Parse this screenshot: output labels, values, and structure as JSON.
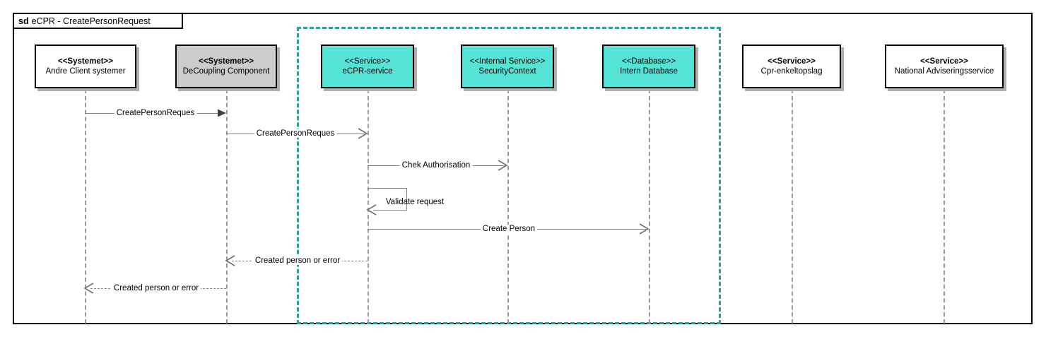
{
  "frame": {
    "keyword": "sd",
    "title": "eCPR - CreatePersonRequest"
  },
  "colors": {
    "service_fill": "#55e3d5",
    "decoupling_fill": "#cccccc",
    "default_fill": "#ffffff",
    "boundary_stroke": "#2e9d96",
    "lifeline_stroke": "#9a9a9a",
    "message_stroke": "#808080",
    "border_stroke": "#000000"
  },
  "participants": [
    {
      "id": "andre-client-systemer",
      "stereotype": "<<Systemet>>",
      "name": "Andre Client systemer",
      "fill": "#ffffff",
      "bold_stereotype": true
    },
    {
      "id": "decoupling-component",
      "stereotype": "<<Systemet>>",
      "name": "DeCoupling Component",
      "fill": "#cccccc",
      "bold_stereotype": true
    },
    {
      "id": "ecpr-service",
      "stereotype": "<<Service>>",
      "name": "eCPR-service",
      "fill": "#55e3d5",
      "bold_stereotype": false
    },
    {
      "id": "security-context",
      "stereotype": "<<Internal Service>>",
      "name": "SecurityContext",
      "fill": "#55e3d5",
      "bold_stereotype": false
    },
    {
      "id": "intern-database",
      "stereotype": "<<Database>>",
      "name": "Intern Database",
      "fill": "#55e3d5",
      "bold_stereotype": false
    },
    {
      "id": "cpr-enkeltopslag",
      "stereotype": "<<Service>>",
      "name": "Cpr-enkeltopslag",
      "fill": "#ffffff",
      "bold_stereotype": true
    },
    {
      "id": "national-adviseringsservice",
      "stereotype": "<<Service>>",
      "name": "National Adviseringsservice",
      "fill": "#ffffff",
      "bold_stereotype": true
    }
  ],
  "messages": [
    {
      "id": "m1",
      "label": "CreatePersonReques",
      "from": "andre-client-systemer",
      "to": "decoupling-component",
      "style": "solid",
      "arrow": "filled",
      "direction": "right"
    },
    {
      "id": "m2",
      "label": "CreatePersonReques",
      "from": "decoupling-component",
      "to": "ecpr-service",
      "style": "solid",
      "arrow": "open",
      "direction": "right"
    },
    {
      "id": "m3",
      "label": "Chek Authorisation",
      "from": "ecpr-service",
      "to": "security-context",
      "style": "solid",
      "arrow": "open",
      "direction": "right"
    },
    {
      "id": "m4",
      "label": "Validate request",
      "from": "ecpr-service",
      "to": "ecpr-service",
      "style": "solid",
      "arrow": "open",
      "direction": "self"
    },
    {
      "id": "m5",
      "label": "Create Person",
      "from": "ecpr-service",
      "to": "intern-database",
      "style": "solid",
      "arrow": "open",
      "direction": "right"
    },
    {
      "id": "m6",
      "label": "Created person or error",
      "from": "ecpr-service",
      "to": "decoupling-component",
      "style": "dashed",
      "arrow": "open",
      "direction": "left"
    },
    {
      "id": "m7",
      "label": "Created person or error",
      "from": "decoupling-component",
      "to": "andre-client-systemer",
      "style": "dashed",
      "arrow": "open",
      "direction": "left"
    }
  ]
}
